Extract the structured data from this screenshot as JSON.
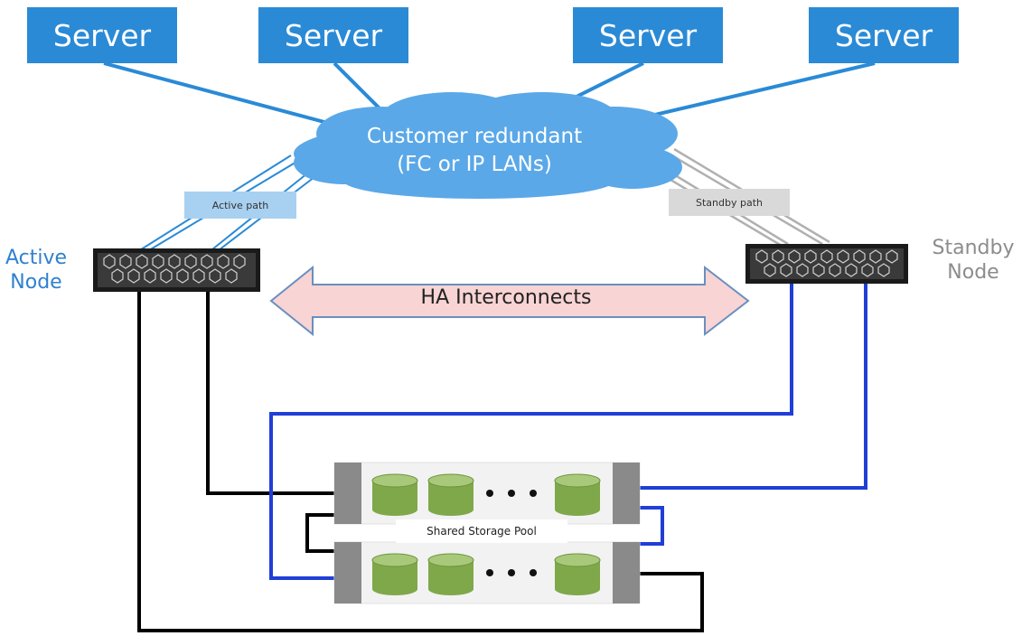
{
  "servers": [
    "Server",
    "Server",
    "Server",
    "Server"
  ],
  "cloud": {
    "line1": "Customer redundant",
    "line2": "(FC or IP LANs)"
  },
  "paths": {
    "active": "Active path",
    "standby": "Standby path"
  },
  "nodes": {
    "active_line1": "Active",
    "active_line2": "Node",
    "standby_line1": "Standby",
    "standby_line2": "Node"
  },
  "interconnect": "HA Interconnects",
  "storage": {
    "label": "Shared Storage Pool"
  },
  "colors": {
    "server_blue": "#2a8ad6",
    "cloud_blue": "#5aa8e8",
    "active_link": "#2a8ad6",
    "standby_link": "#b0b0b0",
    "standby_cable": "#1f3fd6",
    "active_cable": "#000000",
    "arrow_fill": "#f8d4d4",
    "disk_green": "#7fa84a"
  },
  "icons": [
    "server-box",
    "cloud-shape",
    "rack-node",
    "double-arrow",
    "disk-cylinder",
    "ellipsis"
  ]
}
